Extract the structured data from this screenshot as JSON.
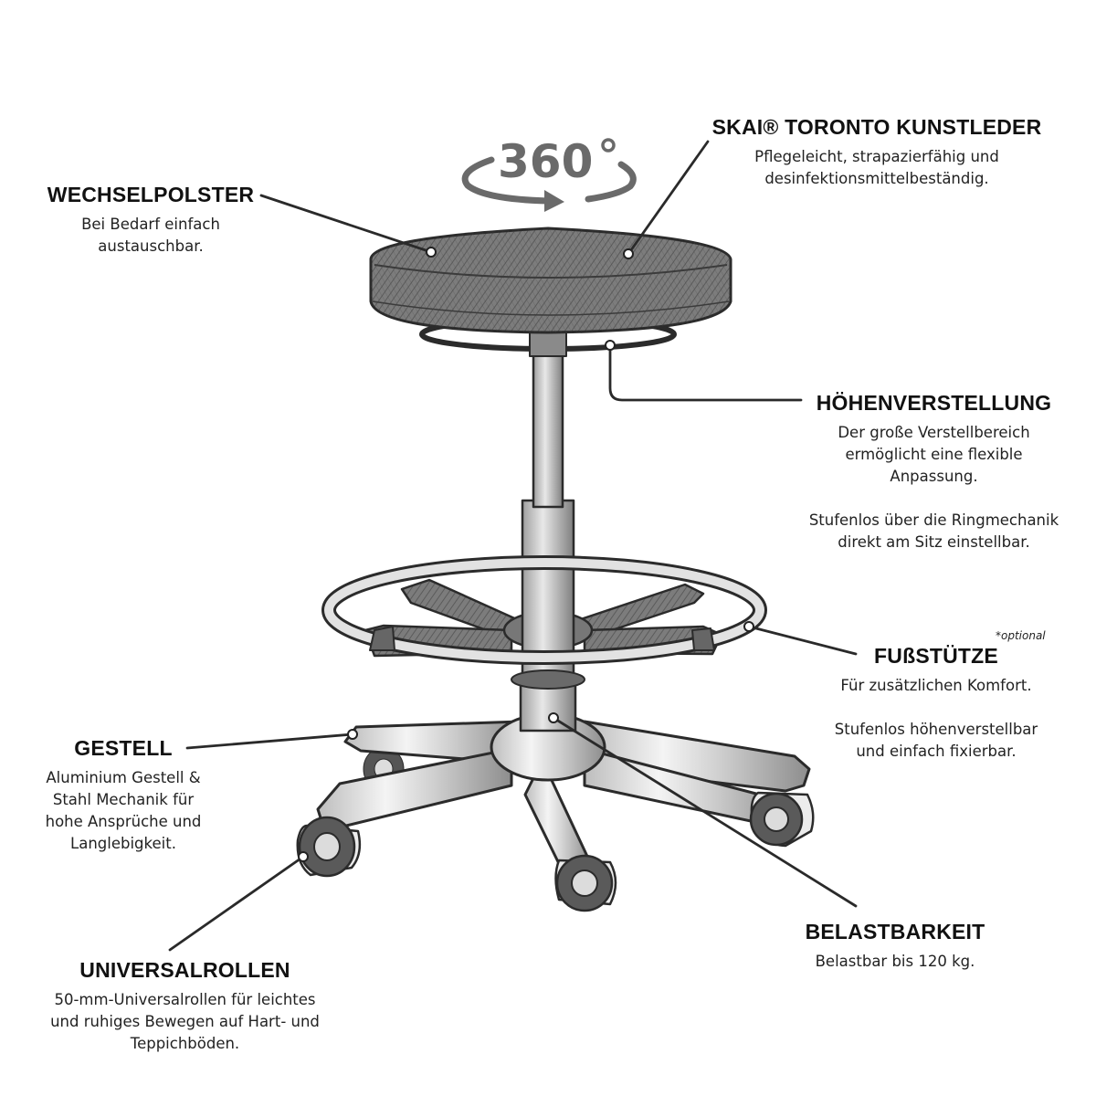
{
  "rotation_badge": {
    "text": "360",
    "icon": "rotate-360-icon"
  },
  "callouts": {
    "wechselpolster": {
      "title": "WECHSELPOLSTER",
      "text": "Bei Bedarf einfach\naustauschbar."
    },
    "skai": {
      "title": "SKAI® TORONTO KUNSTLEDER",
      "text": "Pflegeleicht, strapazierfähig und\ndesinfektionsmittelbeständig."
    },
    "hoehe": {
      "title": "HÖHENVERSTELLUNG",
      "text": "Der große Verstellbereich\nermöglicht eine flexible\nAnpassung.\n\nStufenlos über die Ringmechanik\ndirekt am Sitz einstellbar."
    },
    "fuss": {
      "title": "FUßSTÜTZE",
      "note": "*optional",
      "text": "Für zusätzlichen Komfort.\n\nStufenlos höhenverstellbar\nund einfach fixierbar."
    },
    "gestell": {
      "title": "GESTELL",
      "text": "Aluminium Gestell &\nStahl Mechanik für\nhohe Ansprüche und\nLanglebigkeit."
    },
    "belast": {
      "title": "BELASTBARKEIT",
      "text": "Belastbar bis 120 kg."
    },
    "rollen": {
      "title": "UNIVERSALROLLEN",
      "text": "50-mm-Universalrollen für leichtes\nund ruhiges Bewegen auf Hart- und\nTeppichböden."
    }
  }
}
